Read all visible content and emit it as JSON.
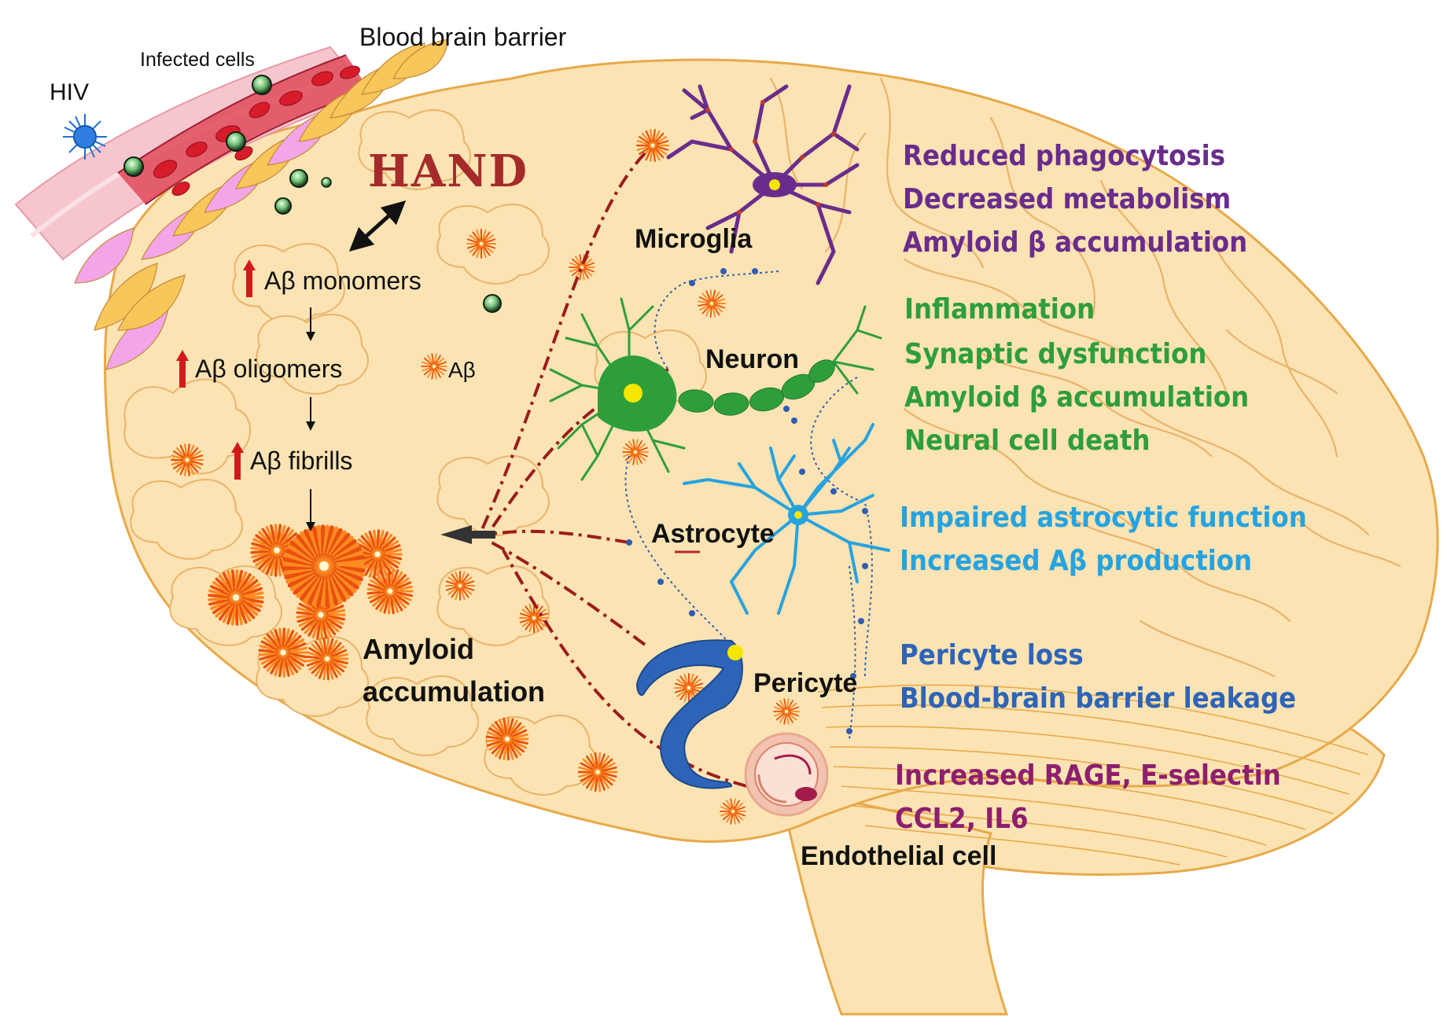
{
  "labels": {
    "hiv": "HIV",
    "infected_cells": "Infected cells",
    "bbb": "Blood brain barrier",
    "hand": "HAND",
    "monomers": "Aβ monomers",
    "oligomers": "Aβ oligomers",
    "fibrills": "Aβ fibrills",
    "abeta": "Aβ",
    "amyloid_line1": "Amyloid",
    "amyloid_line2": "accumulation",
    "microglia": "Microglia",
    "neuron": "Neuron",
    "astrocyte": "Astrocyte",
    "pericyte": "Pericyte",
    "endothelial": "Endothelial cell"
  },
  "effects": {
    "microglia": [
      "Reduced  phagocytosis",
      "Decreased  metabolism",
      "Amyloid  β accumulation"
    ],
    "neuron": [
      "Inflammation",
      "Synaptic  dysfunction",
      "Amyloid  β  accumulation",
      "Neural  cell  death"
    ],
    "astrocyte": [
      "Impaired  astrocytic  function",
      "Increased  Aβ  production"
    ],
    "pericyte": [
      "Pericyte  loss",
      "Blood-brain  barrier  leakage"
    ],
    "endothelial": [
      "Increased  RAGE,  E-selectin",
      "CCL2,  IL6"
    ]
  },
  "colors": {
    "brain_fill": "#fbe3b3",
    "brain_line": "#e8a94a",
    "microglia": "#6a2c8c",
    "neuron": "#2e9e3a",
    "astrocyte": "#26a3df",
    "pericyte": "#2e64b8",
    "endothelial": "#8e1e6e",
    "hand": "#a52a2a",
    "pathway": "#9b1c1c"
  }
}
